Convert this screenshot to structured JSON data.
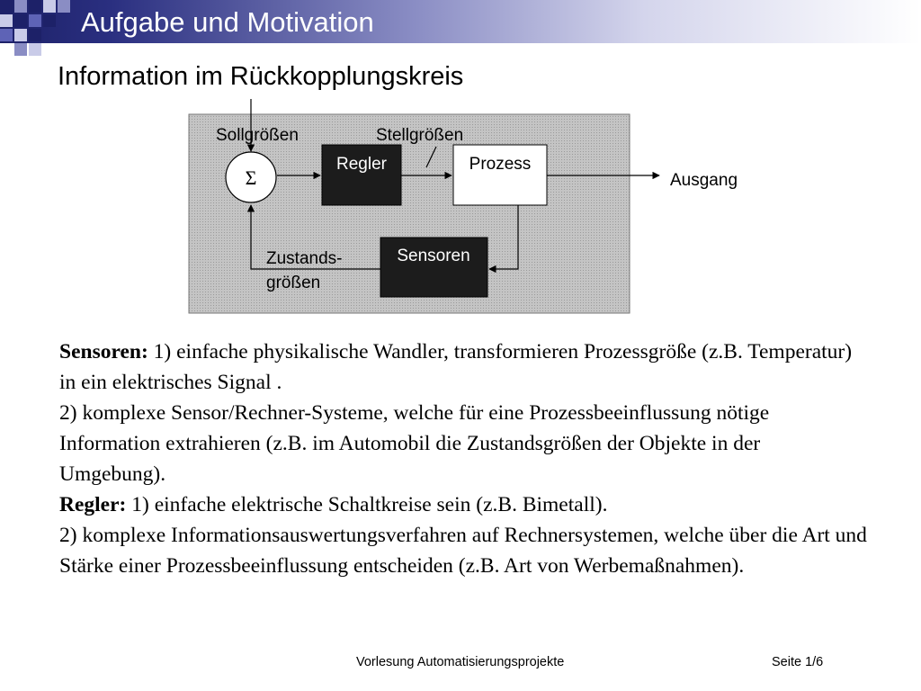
{
  "header": {
    "title": "Aufgabe und Motivation",
    "colors": {
      "dark_blue": "#1d2168",
      "accent": "#5e63b6",
      "light": "#c9cbe8"
    }
  },
  "subtitle": "Information im Rückkopplungskreis",
  "diagram": {
    "sum_symbol": "Σ",
    "labels": {
      "sollgroessen": "Sollgrößen",
      "stellgroessen": "Stellgrößen",
      "ausgang": "Ausgang",
      "zustands_1": "Zustands-",
      "zustands_2": "größen"
    },
    "blocks": {
      "regler": "Regler",
      "prozess": "Prozess",
      "sensoren": "Sensoren"
    },
    "colors": {
      "background": "#c0c0c0",
      "dark_block": "#1c1c1c",
      "light_block": "#ffffff"
    }
  },
  "body": {
    "p1_bold": "Sensoren:",
    "p1": " 1) einfache physikalische Wandler, transformieren Prozessgröße (z.B. Temperatur) in ein elektrisches Signal .",
    "p2": "2) komplexe Sensor/Rechner-Systeme, welche für eine Prozessbeeinflussung nötige Information extrahieren (z.B. im Automobil die Zustandsgrößen der Objekte in der Umgebung).",
    "p3_bold": "Regler:",
    "p3": " 1) einfache elektrische Schaltkreise sein (z.B. Bimetall).",
    "p4": "2) komplexe Informationsauswertungsverfahren auf Rechnersystemen, welche über die Art und Stärke einer Prozessbeeinflussung entscheiden (z.B. Art von Werbemaßnahmen)."
  },
  "footer": {
    "course": "Vorlesung Automatisierungsprojekte",
    "page": "Seite 1/6"
  }
}
